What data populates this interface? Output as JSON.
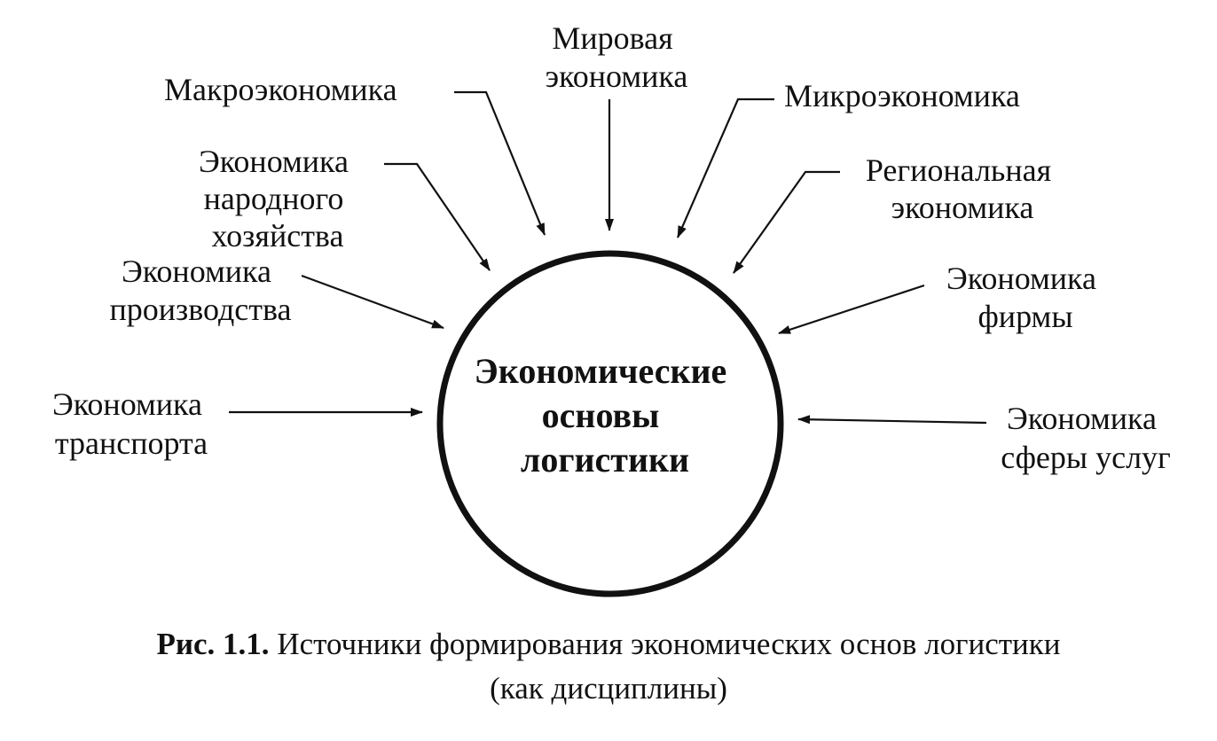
{
  "center": {
    "lines": [
      "Экономические",
      "основы",
      "логистики"
    ]
  },
  "sources": [
    {
      "id": "world",
      "lines": [
        "Мировая",
        "экономика"
      ]
    },
    {
      "id": "macro",
      "lines": [
        "Макроэкономика"
      ]
    },
    {
      "id": "micro",
      "lines": [
        "Микроэкономика"
      ]
    },
    {
      "id": "national",
      "lines": [
        "Экономика",
        "народного",
        "хозяйства"
      ]
    },
    {
      "id": "regional",
      "lines": [
        "Региональная",
        "экономика"
      ]
    },
    {
      "id": "production",
      "lines": [
        "Экономика",
        "производства"
      ]
    },
    {
      "id": "firm",
      "lines": [
        "Экономика",
        "фирмы"
      ]
    },
    {
      "id": "transport",
      "lines": [
        "Экономика",
        "транспорта"
      ]
    },
    {
      "id": "services",
      "lines": [
        "Экономика",
        "сферы услуг"
      ]
    }
  ],
  "caption": {
    "label": "Рис. 1.1.",
    "text": " Источники формирования экономических основ логистики",
    "line2": "(как дисциплины)"
  }
}
